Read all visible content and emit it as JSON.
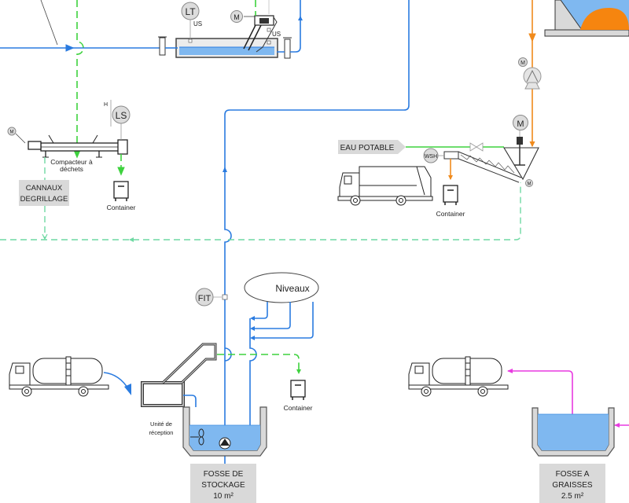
{
  "diagram": {
    "type": "process-flow-diagram",
    "language": "fr",
    "instruments": {
      "lt": {
        "label": "LT",
        "sub": "US"
      },
      "ls": {
        "label": "LS",
        "side": "H"
      },
      "fit": {
        "label": "FIT"
      },
      "wsh": {
        "label": "WSH"
      },
      "motor": {
        "label": "M"
      },
      "screen_us": {
        "label": "US"
      }
    },
    "labels": {
      "compactor": [
        "Compacteur à",
        "déchets"
      ],
      "cannaux": [
        "CANNAUX",
        "DEGRILLAGE"
      ],
      "container": "Container",
      "eau_potable": "EAU POTABLE",
      "niveaux": "Niveaux",
      "unite_reception": [
        "Unité de",
        "réception"
      ],
      "fosse_stockage": [
        "FOSSE DE",
        "STOCKAGE",
        "10 m²"
      ],
      "fosse_graisses": [
        "FOSSE A",
        "GRAISSES",
        "2.5 m²"
      ]
    },
    "colors": {
      "water_line": "#2a7be0",
      "green_dashed": "#3ed23e",
      "drain_dashed": "#6fd9a3",
      "sludge_line": "#f08a1c",
      "grease_line": "#e83ae0",
      "water_fill": "#7fb8f0",
      "tag_bg": "#d9d9d9"
    }
  }
}
